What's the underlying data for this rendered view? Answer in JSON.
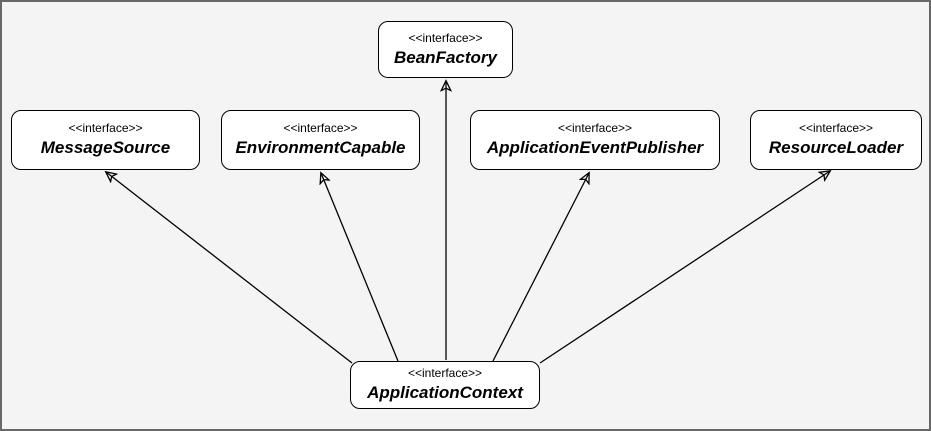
{
  "diagram": {
    "kind": "uml-interface-hierarchy",
    "background_color": "#f4f4f4",
    "frame_border_color": "#686868",
    "node_fill_color": "#ffffff",
    "node_stroke_color": "#000000",
    "edge_color": "#000000",
    "nodes": [
      {
        "id": "bean-factory",
        "stereotype": "<<interface>>",
        "name": "BeanFactory"
      },
      {
        "id": "message-source",
        "stereotype": "<<interface>>",
        "name": "MessageSource"
      },
      {
        "id": "environment-capable",
        "stereotype": "<<interface>>",
        "name": "EnvironmentCapable"
      },
      {
        "id": "application-event-publisher",
        "stereotype": "<<interface>>",
        "name": "ApplicationEventPublisher"
      },
      {
        "id": "resource-loader",
        "stereotype": "<<interface>>",
        "name": "ResourceLoader"
      },
      {
        "id": "application-context",
        "stereotype": "<<interface>>",
        "name": "ApplicationContext"
      }
    ],
    "edges": [
      {
        "from": "application-context",
        "to": "bean-factory",
        "style": "arrow"
      },
      {
        "from": "application-context",
        "to": "message-source",
        "style": "arrow"
      },
      {
        "from": "application-context",
        "to": "environment-capable",
        "style": "arrow"
      },
      {
        "from": "application-context",
        "to": "application-event-publisher",
        "style": "arrow"
      },
      {
        "from": "application-context",
        "to": "resource-loader",
        "style": "arrow"
      }
    ]
  }
}
